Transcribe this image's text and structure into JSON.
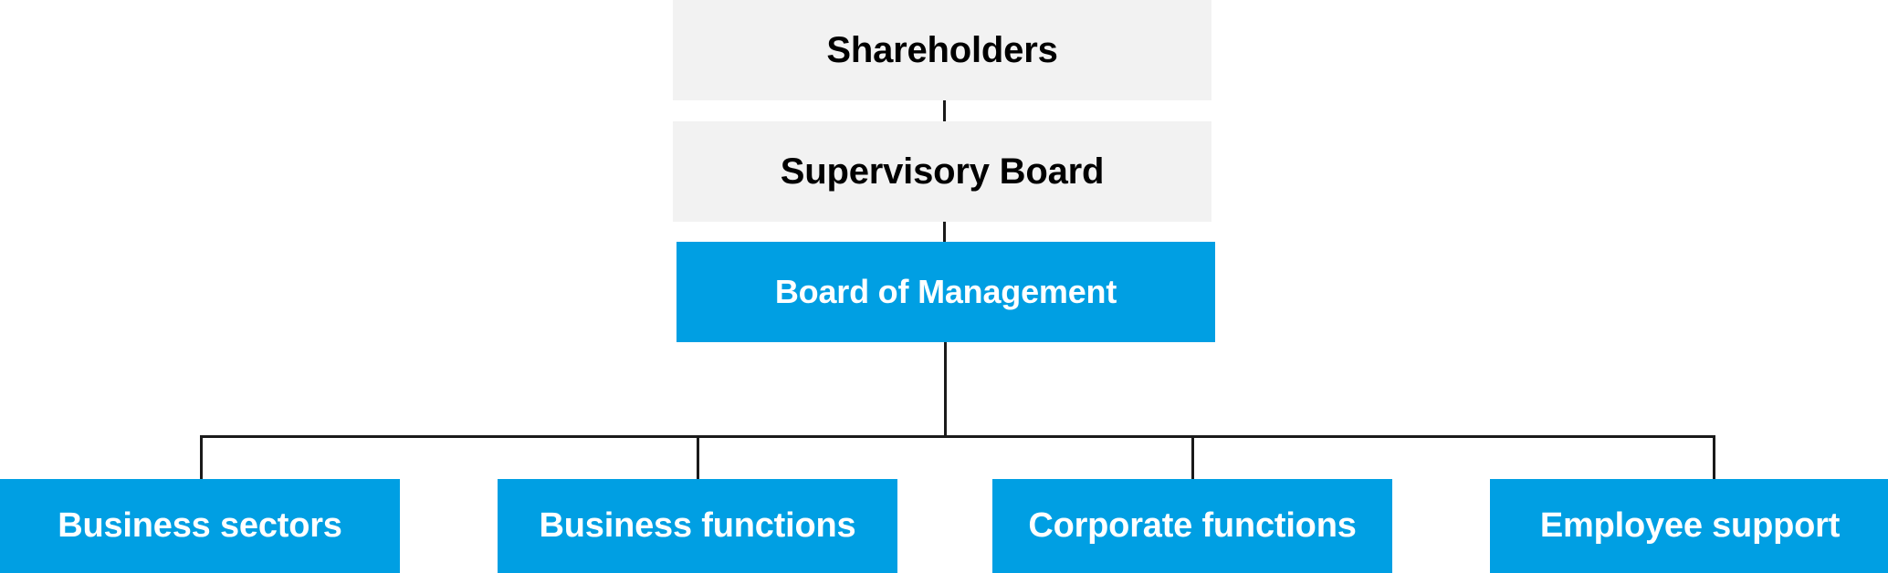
{
  "chart_data": {
    "type": "diagram",
    "diagram_type": "organizational-chart",
    "title": "",
    "orientation": "top-down",
    "levels": [
      {
        "level": 1,
        "nodes": [
          "Shareholders"
        ]
      },
      {
        "level": 2,
        "nodes": [
          "Supervisory Board"
        ]
      },
      {
        "level": 3,
        "nodes": [
          "Board of Management"
        ]
      },
      {
        "level": 4,
        "nodes": [
          "Business sectors",
          "Business functions",
          "Corporate functions",
          "Employee support"
        ]
      }
    ],
    "edges": [
      {
        "from": "Shareholders",
        "to": "Supervisory Board"
      },
      {
        "from": "Supervisory Board",
        "to": "Board of Management"
      },
      {
        "from": "Board of Management",
        "to": "Business sectors"
      },
      {
        "from": "Board of Management",
        "to": "Business functions"
      },
      {
        "from": "Board of Management",
        "to": "Corporate functions"
      },
      {
        "from": "Board of Management",
        "to": "Employee support"
      }
    ]
  },
  "colors": {
    "governance_box": "#f2f2f2",
    "governance_text": "#000000",
    "operational_box": "#009fe3",
    "operational_text": "#ffffff",
    "connector": "#1a1a1a",
    "background": "#ffffff"
  },
  "nodes": {
    "shareholders": {
      "label": "Shareholders",
      "style": "grey"
    },
    "supervisory_board": {
      "label": "Supervisory Board",
      "style": "grey"
    },
    "board_of_management": {
      "label": "Board of Management",
      "style": "blue"
    },
    "business_sectors": {
      "label": "Business sectors",
      "style": "blue"
    },
    "business_functions": {
      "label": "Business functions",
      "style": "blue"
    },
    "corporate_functions": {
      "label": "Corporate functions",
      "style": "blue"
    },
    "employee_support": {
      "label": "Employee support",
      "style": "blue"
    }
  }
}
